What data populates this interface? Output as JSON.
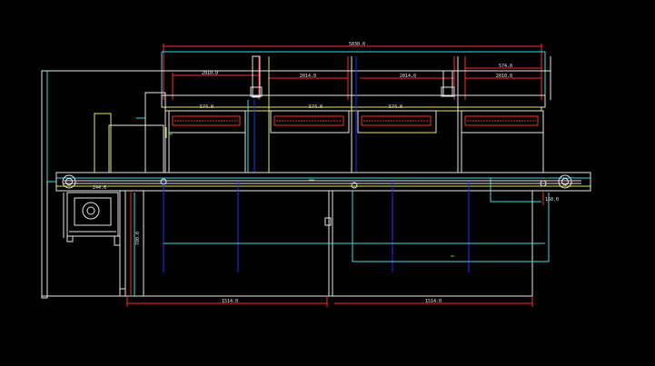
{
  "drawing": {
    "background": "#000000",
    "colors": {
      "white": "#e6e6e6",
      "red": "#ff2a2a",
      "cyan": "#37e0e6",
      "blue": "#2a2aff",
      "yellow": "#e8e84a",
      "green": "#39d439",
      "gray": "#8a8a8a"
    }
  },
  "dimensions": {
    "overall_length": "5030.0",
    "seg_left": "2010.0",
    "seg_mid_left": "2014.0",
    "seg_mid_right": "2014.0",
    "seg_right_top": "574.0",
    "seg_right": "2010.0",
    "heater_1": "574.0",
    "heater_2": "574.0",
    "heater_3": "574.0",
    "drive_width": "244.6",
    "height": "780.0",
    "right_offset": "150.0",
    "base_left": "1514.0",
    "base_right": "1514.0"
  }
}
